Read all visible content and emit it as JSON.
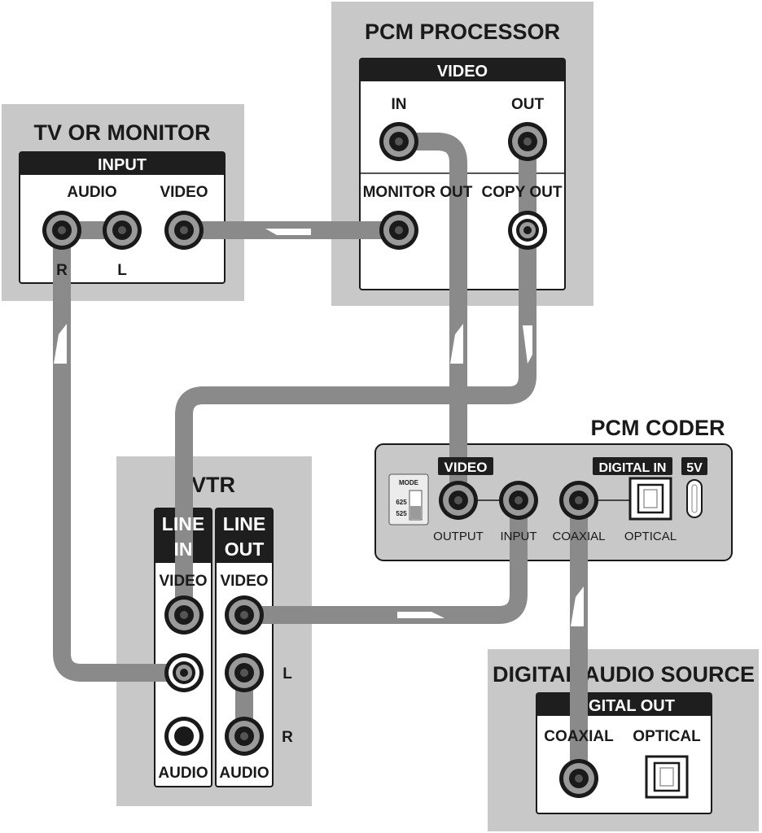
{
  "tv_monitor": {
    "title": "TV OR MONITOR",
    "panel_header": "INPUT",
    "audio_label": "AUDIO",
    "video_label": "VIDEO",
    "r_label": "R",
    "l_label": "L"
  },
  "pcm_processor": {
    "title": "PCM PROCESSOR",
    "panel_header": "VIDEO",
    "in_label": "IN",
    "out_label": "OUT",
    "monitor_out_label": "MONITOR OUT",
    "copy_out_label": "COPY OUT"
  },
  "vtr": {
    "title": "VTR",
    "line_in_label_1": "LINE",
    "line_in_label_2": "IN",
    "line_out_label_1": "LINE",
    "line_out_label_2": "OUT",
    "video_label_in": "VIDEO",
    "video_label_out": "VIDEO",
    "audio_label_in": "AUDIO",
    "audio_label_out": "AUDIO",
    "l_label": "L",
    "r_label": "R"
  },
  "pcm_coder": {
    "title": "PCM CODER",
    "video_header": "VIDEO",
    "digital_in_header": "DIGITAL IN",
    "five_v_header": "5V",
    "mode_label": "MODE",
    "mode_opt_1": "625",
    "mode_opt_2": "525",
    "output_label": "OUTPUT",
    "input_label": "INPUT",
    "coaxial_label": "COAXIAL",
    "optical_label": "OPTICAL"
  },
  "digital_audio_source": {
    "title": "DIGITAL AUDIO SOURCE",
    "panel_header": "DIGITAL OUT",
    "coaxial_label": "COAXIAL",
    "optical_label": "OPTICAL"
  },
  "colors": {
    "device_bg": "#c8c8c8",
    "cable": "#8a8a8a",
    "header_bar": "#1e1e1e",
    "jack_ring": "#9a9a9a"
  }
}
